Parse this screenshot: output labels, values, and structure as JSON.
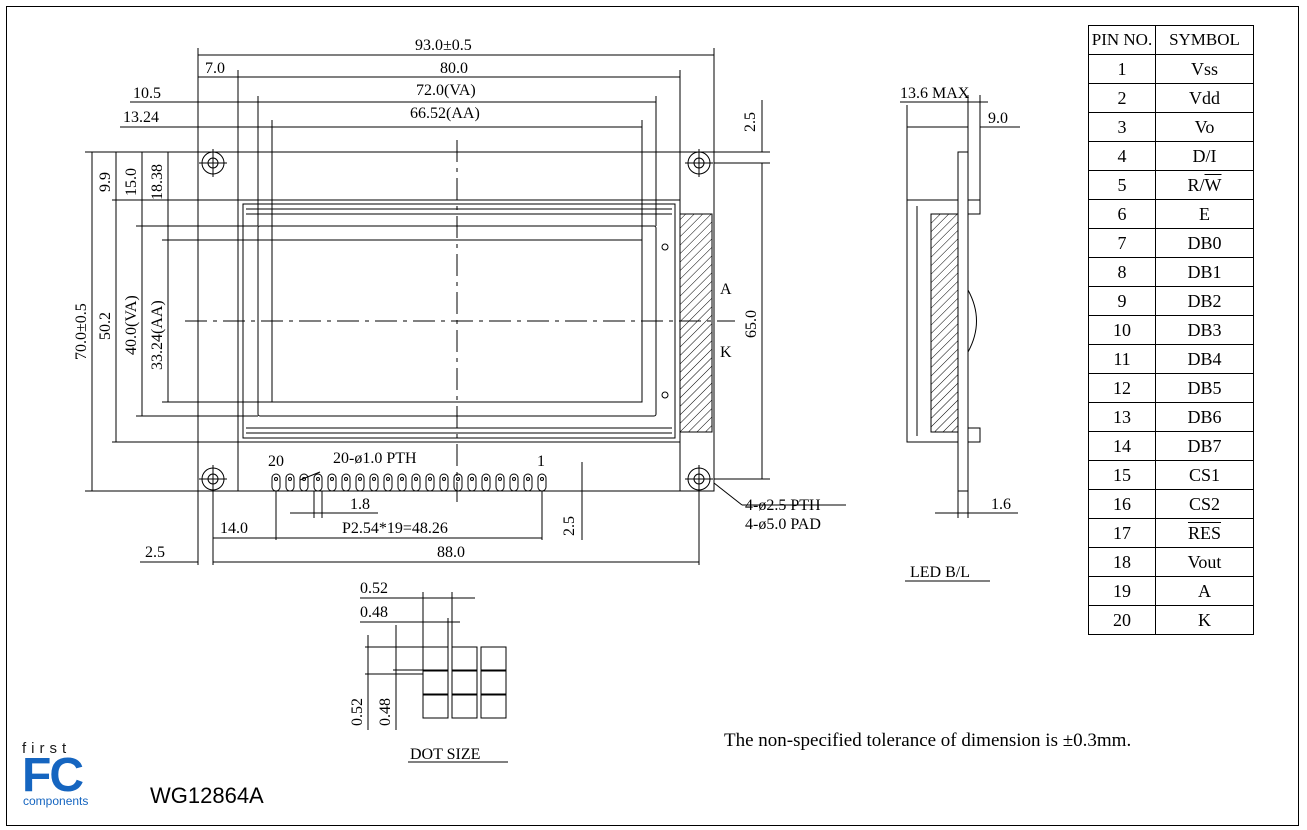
{
  "front_view": {
    "dims": {
      "overall_width": "93.0±0.5",
      "pcb_80": "80.0",
      "left_7": "7.0",
      "va_width": "72.0(VA)",
      "left_10_5": "10.5",
      "aa_width": "66.52(AA)",
      "left_13_24": "13.24",
      "top_2_5": "2.5",
      "overall_height": "70.0±0.5",
      "h_50_2": "50.2",
      "va_height": "40.0(VA)",
      "aa_height": "33.24(AA)",
      "top_9_9": "9.9",
      "top_15_0": "15.0",
      "top_18_38": "18.38",
      "hole_pitch_v": "65.0",
      "holes_note": "20-ø1.0 PTH",
      "pin_gap": "1.8",
      "pin_start": "14.0",
      "pin_pitch": "P2.54*19=48.26",
      "bottom_2_5": "2.5",
      "left_2_5": "2.5",
      "hole_pitch_h": "88.0",
      "mount_holes_1": "4-ø2.5 PTH",
      "mount_holes_2": "4-ø5.0 PAD",
      "pin_20": "20",
      "pin_1": "1",
      "led_a": "A",
      "led_k": "K"
    }
  },
  "side_view": {
    "max_thickness": "13.6 MAX",
    "depth_9": "9.0",
    "pcb_thickness": "1.6",
    "label": "LED B/L"
  },
  "dot_size": {
    "w_052": "0.52",
    "w_048": "0.48",
    "h_052": "0.52",
    "h_048": "0.48",
    "label": "DOT SIZE"
  },
  "pin_table": {
    "headers": [
      "PIN NO.",
      "SYMBOL"
    ],
    "rows": [
      {
        "pin": "1",
        "symbol": "Vss"
      },
      {
        "pin": "2",
        "symbol": "Vdd"
      },
      {
        "pin": "3",
        "symbol": "Vo"
      },
      {
        "pin": "4",
        "symbol": "D/I"
      },
      {
        "pin": "5",
        "symbol": "R/",
        "symbol_overline": "W"
      },
      {
        "pin": "6",
        "symbol": "E"
      },
      {
        "pin": "7",
        "symbol": "DB0"
      },
      {
        "pin": "8",
        "symbol": "DB1"
      },
      {
        "pin": "9",
        "symbol": "DB2"
      },
      {
        "pin": "10",
        "symbol": "DB3"
      },
      {
        "pin": "11",
        "symbol": "DB4"
      },
      {
        "pin": "12",
        "symbol": "DB5"
      },
      {
        "pin": "13",
        "symbol": "DB6"
      },
      {
        "pin": "14",
        "symbol": "DB7"
      },
      {
        "pin": "15",
        "symbol": "CS1"
      },
      {
        "pin": "16",
        "symbol": "CS2"
      },
      {
        "pin": "17",
        "symbol": "",
        "symbol_overline": "RES"
      },
      {
        "pin": "18",
        "symbol": "Vout"
      },
      {
        "pin": "19",
        "symbol": "A"
      },
      {
        "pin": "20",
        "symbol": "K"
      }
    ]
  },
  "tolerance_note": "The non-specified tolerance of dimension is ±0.3mm.",
  "logo": {
    "first": "first",
    "fc": "FC",
    "components": "components"
  },
  "model": "WG12864A"
}
